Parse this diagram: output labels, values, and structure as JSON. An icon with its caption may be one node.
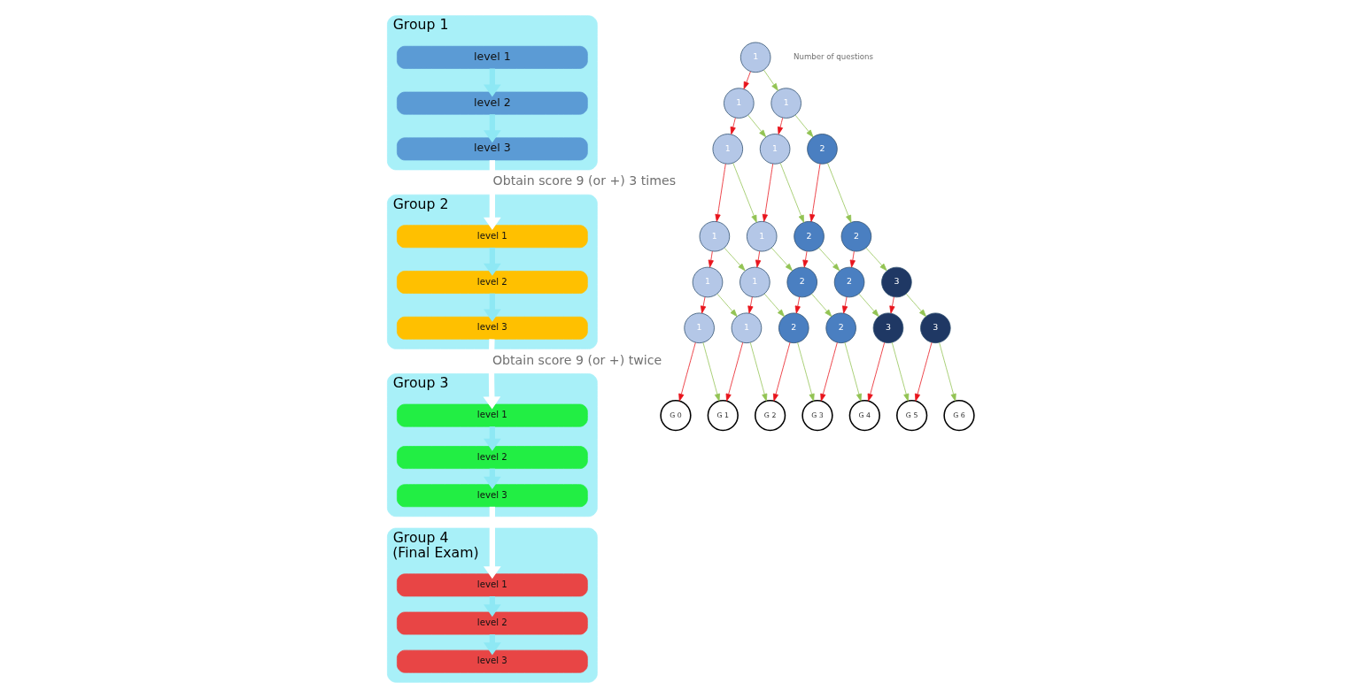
{
  "diagram": {
    "nodes": [
      {
        "text": [
          "Group 1"
        ]
      },
      {
        "text": [
          "level 1"
        ],
        "in": 0
      },
      {
        "text": [
          "level 2"
        ],
        "in": 0
      },
      {
        "text": [
          "level 3"
        ],
        "in": 0
      },
      {
        "text": [
          "Group 2"
        ]
      },
      {
        "text": [
          "level 1"
        ],
        "in": 4
      },
      {
        "text": [
          "level 2"
        ],
        "in": 4
      },
      {
        "text": [
          "level 3"
        ],
        "in": 4
      },
      {
        "text": [
          "Group 3"
        ]
      },
      {
        "text": [
          "level 1"
        ],
        "in": 8
      },
      {
        "text": [
          "level 2"
        ],
        "in": 8
      },
      {
        "text": [
          "level 3"
        ],
        "in": 8
      },
      {
        "text": [
          "Group 4",
          "(Final Exam)"
        ]
      },
      {
        "text": [
          "level 1"
        ],
        "in": 12
      },
      {
        "text": [
          "level 2"
        ],
        "in": 12
      },
      {
        "text": [
          "level 3"
        ],
        "in": 12
      },
      {
        "text": [
          "1"
        ]
      },
      {
        "text": [
          "1"
        ]
      },
      {
        "text": [
          "1"
        ]
      },
      {
        "text": [
          "1"
        ]
      },
      {
        "text": [
          "1"
        ]
      },
      {
        "text": [
          "2"
        ]
      },
      {
        "text": [
          "1"
        ]
      },
      {
        "text": [
          "1"
        ]
      },
      {
        "text": [
          "2"
        ]
      },
      {
        "text": [
          "2"
        ]
      },
      {
        "text": [
          "1"
        ]
      },
      {
        "text": [
          "1"
        ]
      },
      {
        "text": [
          "2"
        ]
      },
      {
        "text": [
          "2"
        ]
      },
      {
        "text": [
          "3"
        ]
      },
      {
        "text": [
          "1"
        ]
      },
      {
        "text": [
          "1"
        ]
      },
      {
        "text": [
          "2"
        ]
      },
      {
        "text": [
          "2"
        ]
      },
      {
        "text": [
          "3"
        ]
      },
      {
        "text": [
          "3"
        ]
      },
      {
        "text": [
          "G 0"
        ]
      },
      {
        "text": [
          "G 1"
        ]
      },
      {
        "text": [
          "G 2"
        ]
      },
      {
        "text": [
          "G 3"
        ]
      },
      {
        "text": [
          "G 4"
        ]
      },
      {
        "text": [
          "G 5"
        ]
      },
      {
        "text": [
          "G 6"
        ]
      }
    ],
    "edges": [
      {
        "from": 0,
        "to": 4,
        "arrow": "to",
        "label": "Obtain score 9 (or +) 3 times",
        "style": "thick",
        "color": "#ffffff"
      },
      {
        "from": 4,
        "to": 8,
        "arrow": "to",
        "label": "Obtain score 9 (or +) twice",
        "style": "thick",
        "color": "#ffffff"
      },
      {
        "from": 8,
        "to": 12,
        "arrow": "to",
        "style": "thick",
        "color": "#ffffff"
      },
      {
        "from": 1,
        "to": 2,
        "arrow": "to",
        "style": "thick",
        "color": "#8ee8f4"
      },
      {
        "from": 2,
        "to": 3,
        "arrow": "to",
        "style": "thick",
        "color": "#8ee8f4"
      },
      {
        "from": 5,
        "to": 6,
        "arrow": "to",
        "style": "thick",
        "color": "#8ee8f4"
      },
      {
        "from": 6,
        "to": 7,
        "arrow": "to",
        "style": "thick",
        "color": "#8ee8f4"
      },
      {
        "from": 9,
        "to": 10,
        "arrow": "to",
        "style": "thick",
        "color": "#8ee8f4"
      },
      {
        "from": 10,
        "to": 11,
        "arrow": "to",
        "style": "thick",
        "color": "#8ee8f4"
      },
      {
        "from": 13,
        "to": 14,
        "arrow": "to",
        "style": "thick",
        "color": "#8ee8f4"
      },
      {
        "from": 14,
        "to": 15,
        "arrow": "to",
        "style": "thick",
        "color": "#8ee8f4"
      },
      {
        "from": 16,
        "to": 17,
        "arrow": "to",
        "color": "#e8141c"
      },
      {
        "from": 16,
        "to": 18,
        "arrow": "to",
        "color": "#92c353"
      },
      {
        "from": 17,
        "to": 19,
        "arrow": "to",
        "color": "#e8141c"
      },
      {
        "from": 17,
        "to": 20,
        "arrow": "to",
        "color": "#92c353"
      },
      {
        "from": 18,
        "to": 20,
        "arrow": "to",
        "color": "#e8141c"
      },
      {
        "from": 18,
        "to": 21,
        "arrow": "to",
        "color": "#92c353"
      },
      {
        "from": 19,
        "to": 22,
        "arrow": "to",
        "color": "#e8141c"
      },
      {
        "from": 19,
        "to": 23,
        "arrow": "to",
        "color": "#92c353"
      },
      {
        "from": 20,
        "to": 23,
        "arrow": "to",
        "color": "#e8141c"
      },
      {
        "from": 20,
        "to": 24,
        "arrow": "to",
        "color": "#92c353"
      },
      {
        "from": 21,
        "to": 24,
        "arrow": "to",
        "color": "#e8141c"
      },
      {
        "from": 21,
        "to": 25,
        "arrow": "to",
        "color": "#92c353"
      },
      {
        "from": 22,
        "to": 26,
        "arrow": "to",
        "color": "#e8141c"
      },
      {
        "from": 22,
        "to": 27,
        "arrow": "to",
        "color": "#92c353"
      },
      {
        "from": 23,
        "to": 27,
        "arrow": "to",
        "color": "#e8141c"
      },
      {
        "from": 23,
        "to": 28,
        "arrow": "to",
        "color": "#92c353"
      },
      {
        "from": 24,
        "to": 28,
        "arrow": "to",
        "color": "#e8141c"
      },
      {
        "from": 24,
        "to": 29,
        "arrow": "to",
        "color": "#92c353"
      },
      {
        "from": 25,
        "to": 29,
        "arrow": "to",
        "color": "#e8141c"
      },
      {
        "from": 25,
        "to": 30,
        "arrow": "to",
        "color": "#92c353"
      },
      {
        "from": 26,
        "to": 31,
        "arrow": "to",
        "color": "#e8141c"
      },
      {
        "from": 26,
        "to": 32,
        "arrow": "to",
        "color": "#92c353"
      },
      {
        "from": 27,
        "to": 32,
        "arrow": "to",
        "color": "#e8141c"
      },
      {
        "from": 27,
        "to": 33,
        "arrow": "to",
        "color": "#92c353"
      },
      {
        "from": 28,
        "to": 33,
        "arrow": "to",
        "color": "#e8141c"
      },
      {
        "from": 28,
        "to": 34,
        "arrow": "to",
        "color": "#92c353"
      },
      {
        "from": 29,
        "to": 34,
        "arrow": "to",
        "color": "#e8141c"
      },
      {
        "from": 29,
        "to": 35,
        "arrow": "to",
        "color": "#92c353"
      },
      {
        "from": 30,
        "to": 35,
        "arrow": "to",
        "color": "#e8141c"
      },
      {
        "from": 30,
        "to": 36,
        "arrow": "to",
        "color": "#92c353"
      },
      {
        "from": 31,
        "to": 37,
        "arrow": "to",
        "color": "#e8141c"
      },
      {
        "from": 31,
        "to": 38,
        "arrow": "to",
        "color": "#92c353"
      },
      {
        "from": 32,
        "to": 38,
        "arrow": "to",
        "color": "#e8141c"
      },
      {
        "from": 32,
        "to": 39,
        "arrow": "to",
        "color": "#92c353"
      },
      {
        "from": 33,
        "to": 39,
        "arrow": "to",
        "color": "#e8141c"
      },
      {
        "from": 33,
        "to": 40,
        "arrow": "to",
        "color": "#92c353"
      },
      {
        "from": 34,
        "to": 40,
        "arrow": "to",
        "color": "#e8141c"
      },
      {
        "from": 34,
        "to": 41,
        "arrow": "to",
        "color": "#92c353"
      },
      {
        "from": 35,
        "to": 41,
        "arrow": "to",
        "color": "#e8141c"
      },
      {
        "from": 35,
        "to": 42,
        "arrow": "to",
        "color": "#92c353"
      },
      {
        "from": 36,
        "to": 42,
        "arrow": "to",
        "color": "#e8141c"
      },
      {
        "from": 36,
        "to": 43,
        "arrow": "to",
        "color": "#92c353"
      }
    ],
    "labels": [
      "Number of questions"
    ]
  }
}
